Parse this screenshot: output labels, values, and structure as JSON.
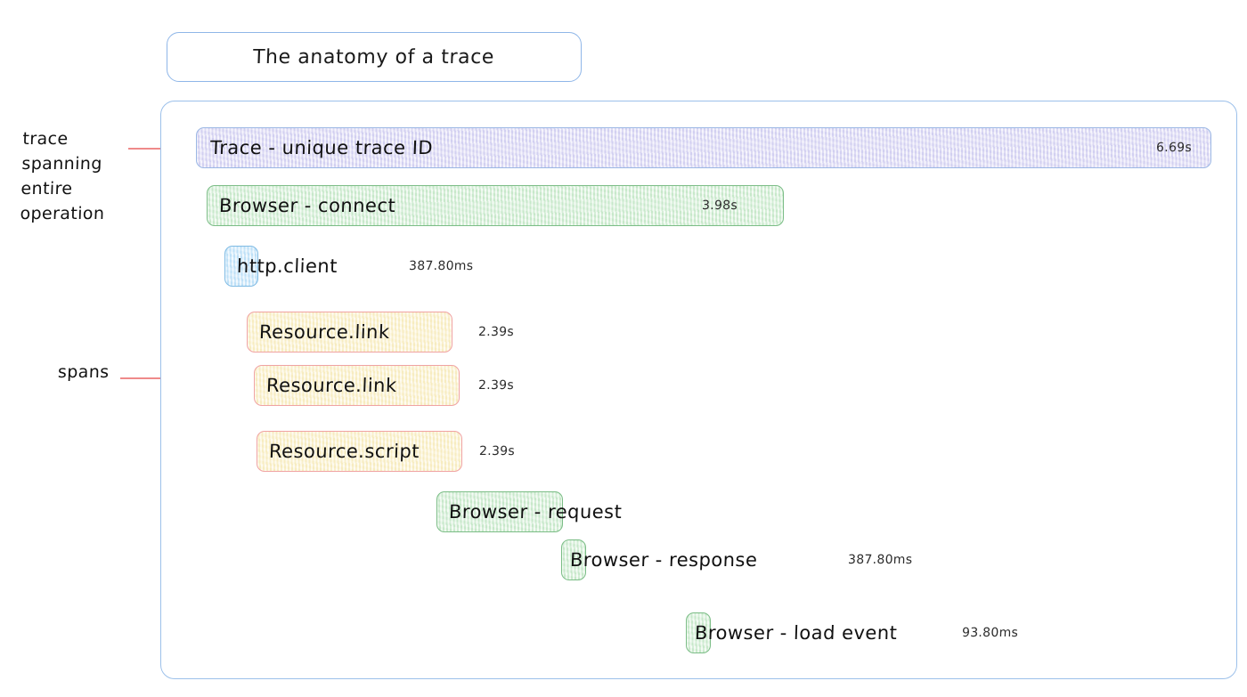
{
  "title": {
    "text": "The anatomy of a trace"
  },
  "annotations": [
    {
      "name": "trace",
      "text": "trace\nspanning\nentire\noperation"
    },
    {
      "name": "spans",
      "text": "spans"
    }
  ],
  "spans": [
    {
      "label": "Trace - unique trace ID",
      "duration": "6.69s",
      "color": "purple",
      "duration_inside": true
    },
    {
      "label": "Browser - connect",
      "duration": "3.98s",
      "color": "green",
      "duration_inside": true
    },
    {
      "label": "http.client",
      "duration": "387.80ms",
      "color": "blue",
      "duration_inside": false
    },
    {
      "label": "Resource.link",
      "duration": "2.39s",
      "color": "yellow",
      "duration_inside": false
    },
    {
      "label": "Resource.link",
      "duration": "2.39s",
      "color": "yellow",
      "duration_inside": false
    },
    {
      "label": "Resource.script",
      "duration": "2.39s",
      "color": "yellow",
      "duration_inside": false
    },
    {
      "label": "Browser - request",
      "duration": "",
      "color": "green",
      "duration_inside": false
    },
    {
      "label": "Browser - response",
      "duration": "387.80ms",
      "color": "green",
      "duration_inside": false
    },
    {
      "label": "Browser - load event",
      "duration": "93.80ms",
      "color": "green",
      "duration_inside": false
    }
  ],
  "colors": {
    "container_border": "#9cc0ea",
    "title_border": "#8fb6e8",
    "annotation_line": "#ef7d7d",
    "trace_fill": "#e2e0f7",
    "browser_fill": "#dff3e0",
    "http_fill": "#d7ecfb",
    "resource_fill": "#fcf4d8",
    "resource_border": "#f0a3a3"
  }
}
